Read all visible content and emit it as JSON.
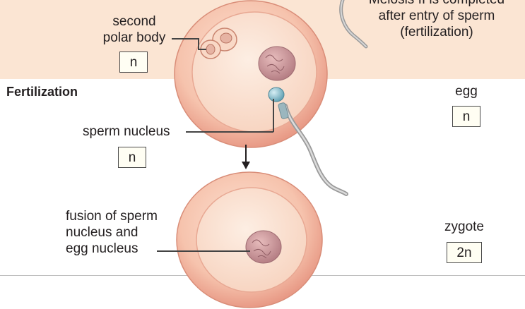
{
  "section_title": "Fertilization",
  "meiosis_note": {
    "line1": "Meiosis II is completed",
    "line2": "after entry of sperm",
    "line3": "(fertilization)"
  },
  "labels": {
    "second_polar_body": {
      "line1": "second",
      "line2": "polar body",
      "ploidy": "n"
    },
    "egg": {
      "text": "egg",
      "ploidy": "n"
    },
    "sperm_nucleus": {
      "text": "sperm nucleus",
      "ploidy": "n"
    },
    "fusion": {
      "line1": "fusion of sperm",
      "line2": "nucleus and",
      "line3": "egg nucleus"
    },
    "zygote": {
      "text": "zygote",
      "ploidy": "2n"
    }
  },
  "colors": {
    "top_band": "#fbe5d3",
    "cell_outer": "#f2b9a2",
    "cell_inner": "#fbdcc8",
    "nucleus": "#c98f92",
    "sperm_head": "#7fb7c7"
  }
}
